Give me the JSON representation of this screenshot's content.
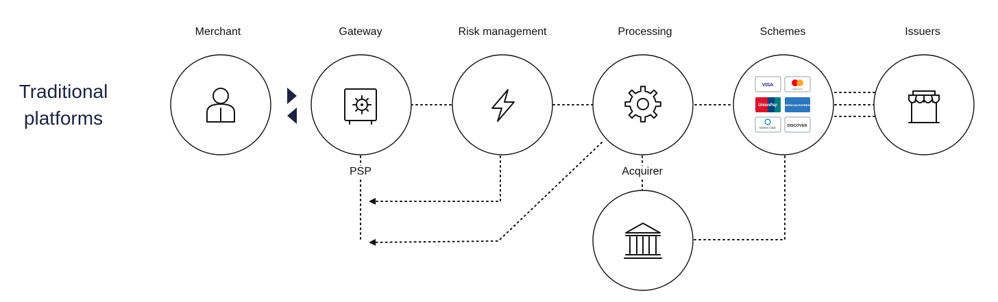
{
  "side_title": {
    "line1": "Traditional",
    "line2": "platforms"
  },
  "columns": [
    {
      "key": "merchant",
      "label": "Merchant",
      "icon": "person-icon"
    },
    {
      "key": "gateway",
      "label": "Gateway",
      "icon": "safe-icon"
    },
    {
      "key": "risk",
      "label": "Risk management",
      "icon": "lightning-icon"
    },
    {
      "key": "processing",
      "label": "Processing",
      "icon": "gear-icon"
    },
    {
      "key": "schemes",
      "label": "Schemes",
      "icon": "card-schemes-icon"
    },
    {
      "key": "issuers",
      "label": "Issuers",
      "icon": "storefront-icon"
    }
  ],
  "sub_labels": {
    "psp": "PSP",
    "acquirer": "Acquirer"
  },
  "acquirer_node": {
    "icon": "bank-icon"
  },
  "card_schemes": [
    "VISA",
    "mastercard",
    "UnionPay",
    "AMERICAN EXPRESS",
    "Diners Club",
    "DISCOVER"
  ],
  "colors": {
    "title": "#1c2340",
    "stroke": "#111111",
    "accent_navy": "#1c2340"
  }
}
